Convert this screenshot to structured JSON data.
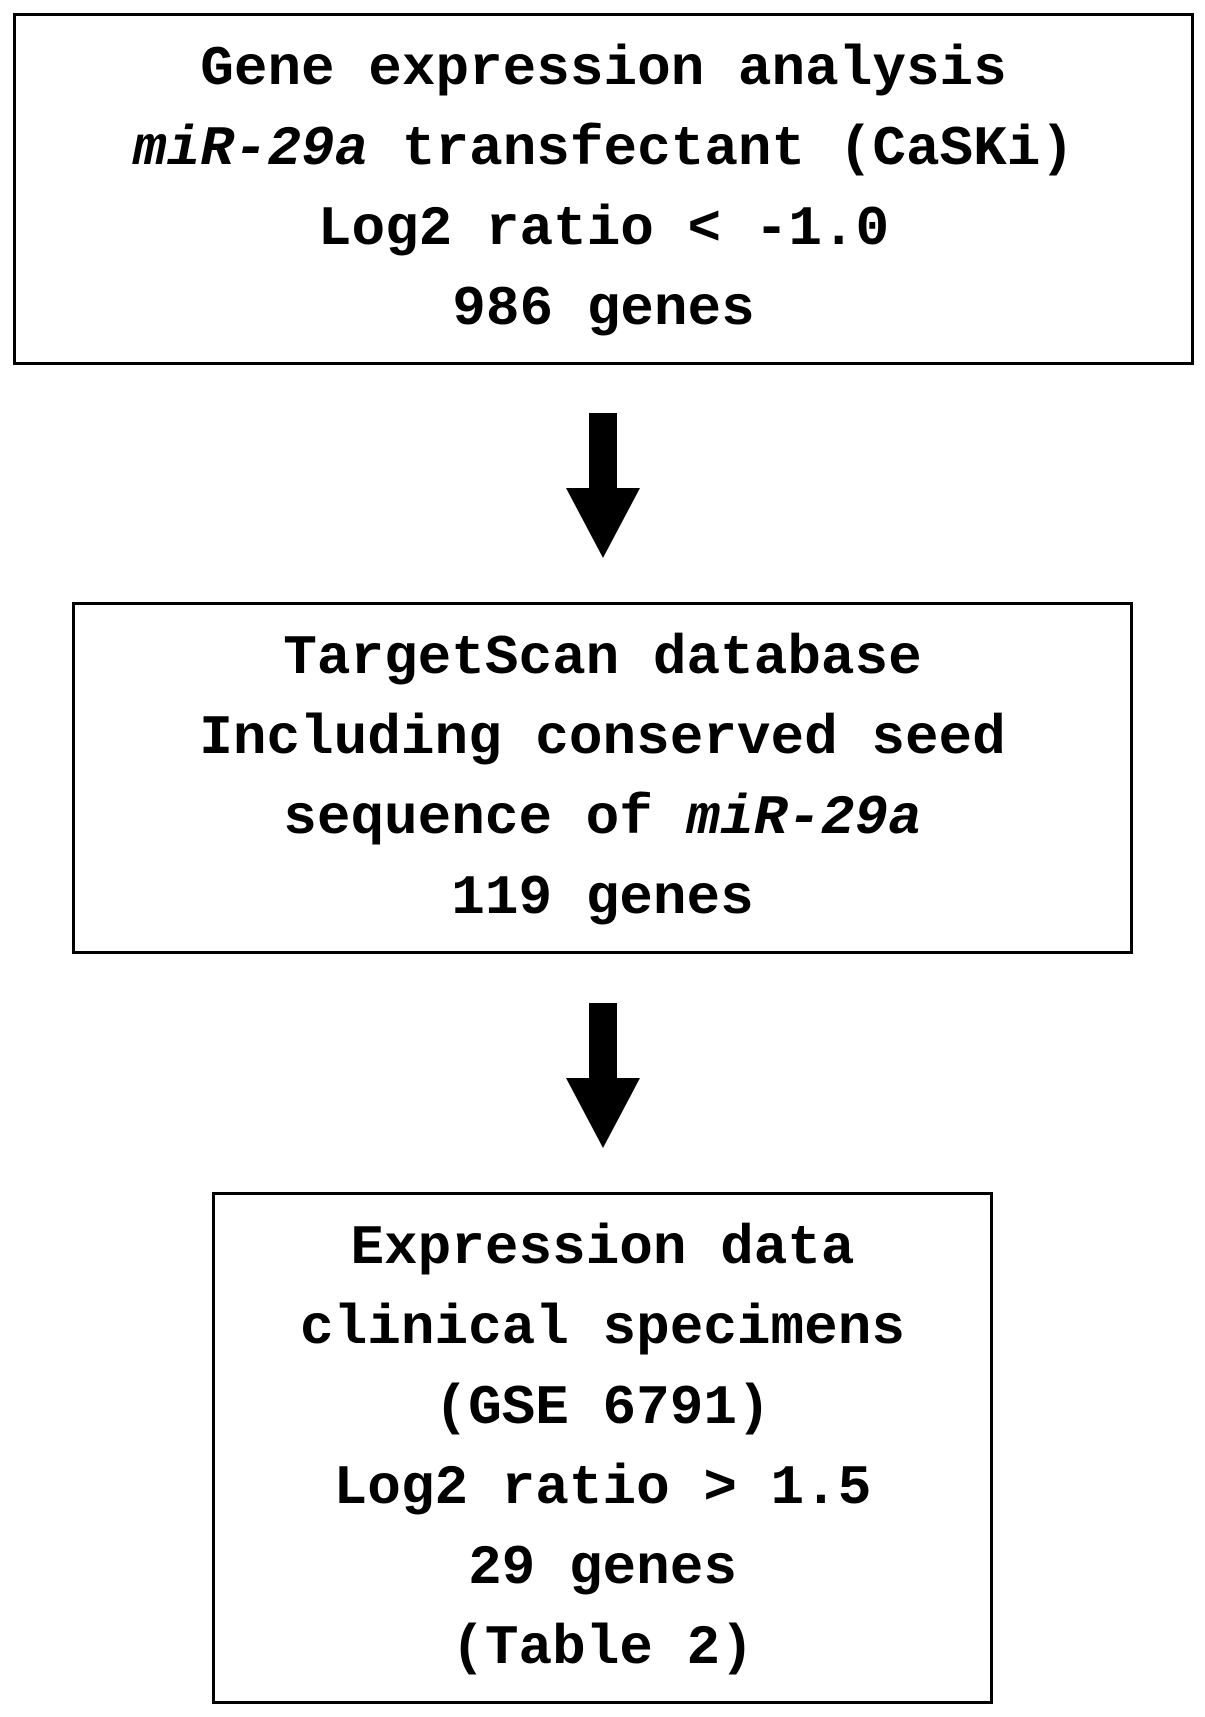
{
  "diagram": {
    "boxes": [
      {
        "lines": [
          {
            "text": "Gene expression analysis"
          },
          {
            "italic": "miR-29a",
            "text": " transfectant (CaSKi)"
          },
          {
            "text": "Log2 ratio < -1.0"
          },
          {
            "text": "986 genes"
          }
        ]
      },
      {
        "lines": [
          {
            "text": "TargetScan database"
          },
          {
            "text": "Including conserved seed"
          },
          {
            "text": "sequence of ",
            "italic": "miR-29a"
          },
          {
            "text": "119 genes"
          }
        ]
      },
      {
        "lines": [
          {
            "text": "Expression data"
          },
          {
            "text": "clinical specimens"
          },
          {
            "text": "(GSE 6791)"
          },
          {
            "text": "Log2 ratio > 1.5"
          },
          {
            "text": "29 genes"
          },
          {
            "text": "(Table 2)"
          }
        ]
      }
    ],
    "colors": {
      "stroke": "#000000",
      "background": "#ffffff"
    },
    "arrow_icon": "down-arrow-icon"
  }
}
